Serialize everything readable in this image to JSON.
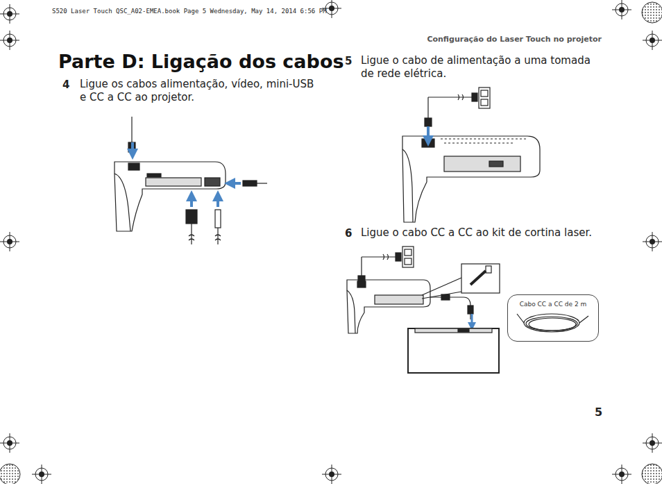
{
  "diagram": {
    "title": "Parte D: Ligação dos cabos",
    "nodes": [
      {
        "text": [
          "Cabo CC a CC de 2 m"
        ]
      }
    ],
    "labels": [
      "S520 Laser Touch QSC_A02-EMEA.book  Page 5  Wednesday, May 14, 2014  6:56 PM",
      "Configuração do Laser Touch no projetor",
      "4",
      "Ligue os cabos alimentação, vídeo, mini-USB e CC a CC ao projetor.",
      "5",
      "Ligue o cabo de alimentação a uma tomada de rede elétrica.",
      "6",
      "Ligue o cabo CC a CC ao kit de cortina laser.",
      "5"
    ]
  }
}
